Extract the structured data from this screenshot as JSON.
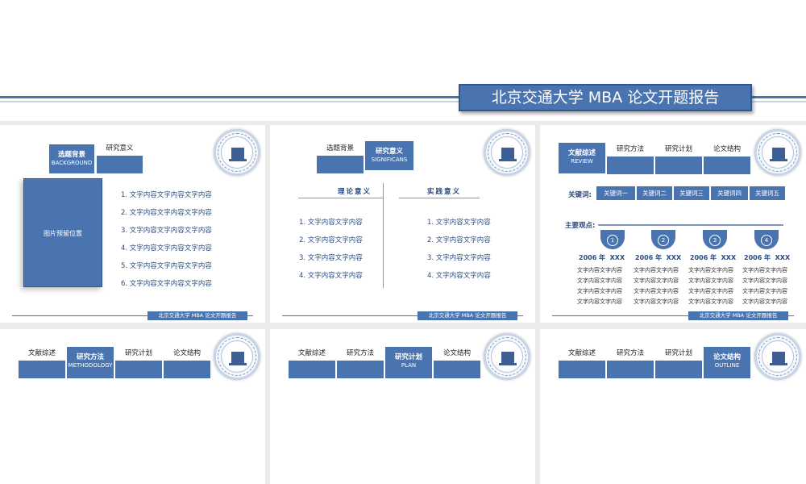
{
  "header": {
    "title": "北京交通大学 MBA 论文开题报告"
  },
  "footer": {
    "text": "北京交通大学 MBA 论文开题报告"
  },
  "slide1": {
    "tab_active_main": "选题背景",
    "tab_active_sub": "BACKGROUND",
    "tab2": "研究意义",
    "image_placeholder": "图片预留位置",
    "items": [
      "1. 文字内容文字内容文字内容",
      "2. 文字内容文字内容文字内容",
      "3. 文字内容文字内容文字内容",
      "4. 文字内容文字内容文字内容",
      "5. 文字内容文字内容文字内容",
      "6. 文字内容文字内容文字内容"
    ]
  },
  "slide2": {
    "tab1": "选题背景",
    "tab_active_main": "研究意义",
    "tab_active_sub": "SIGNIFICANS",
    "col1_title": "理论意义",
    "col2_title": "实践意义",
    "col1_items": [
      "1. 文字内容文字内容",
      "2. 文字内容文字内容",
      "3. 文字内容文字内容",
      "4. 文字内容文字内容"
    ],
    "col2_items": [
      "1. 文字内容文字内容",
      "2. 文字内容文字内容",
      "3. 文字内容文字内容",
      "4. 文字内容文字内容"
    ]
  },
  "slide3": {
    "tab_active_main": "文献综述",
    "tab_active_sub": "REVIEW",
    "tab2": "研究方法",
    "tab3": "研究计划",
    "tab4": "论文结构",
    "keywords_label": "关键词:",
    "keywords": [
      "关键词一",
      "关键词二",
      "关键词三",
      "关键词四",
      "关键词五"
    ],
    "points_label": "主要观点:",
    "points": [
      {
        "num": "1",
        "year": "2006 年  XXX",
        "lines": [
          "文字内容文字内容",
          "文字内容文字内容",
          "文字内容文字内容",
          "文字内容文字内容"
        ]
      },
      {
        "num": "2",
        "year": "2006 年  XXX",
        "lines": [
          "文字内容文字内容",
          "文字内容文字内容",
          "文字内容文字内容",
          "文字内容文字内容"
        ]
      },
      {
        "num": "3",
        "year": "2006 年  XXX",
        "lines": [
          "文字内容文字内容",
          "文字内容文字内容",
          "文字内容文字内容",
          "文字内容文字内容"
        ]
      },
      {
        "num": "4",
        "year": "2006 年  XXX",
        "lines": [
          "文字内容文字内容",
          "文字内容文字内容",
          "文字内容文字内容",
          "文字内容文字内容"
        ]
      }
    ]
  },
  "slide4": {
    "tab1": "文献综述",
    "tab_active_main": "研究方法",
    "tab_active_sub": "METHODOLOGY",
    "tab3": "研究计划",
    "tab4": "论文结构"
  },
  "slide5": {
    "tab1": "文献综述",
    "tab2": "研究方法",
    "tab_active_main": "研究计划",
    "tab_active_sub": "PLAN",
    "tab4": "论文结构"
  },
  "slide6": {
    "tab1": "文献综述",
    "tab2": "研究方法",
    "tab3": "研究计划",
    "tab_active_main": "论文结构",
    "tab_active_sub": "OUTLINE"
  },
  "colors": {
    "accent": "#4a74b0",
    "dark": "#2e5894",
    "light": "#c5d3e6"
  }
}
